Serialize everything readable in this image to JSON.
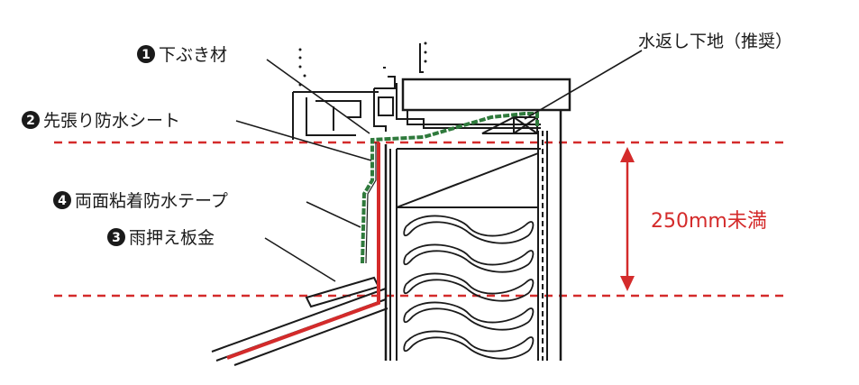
{
  "labels": {
    "item1": {
      "num": "1",
      "text": "下ぶき材"
    },
    "item2": {
      "num": "2",
      "text": "先張り防水シート"
    },
    "item4": {
      "num": "4",
      "text": "両面粘着防水テープ"
    },
    "item3": {
      "num": "3",
      "text": "雨押え板金"
    },
    "base": {
      "text": "水返し下地（推奨）"
    }
  },
  "dimension": {
    "text": "250mm未満"
  },
  "colors": {
    "red": "#d42b2b",
    "green": "#2f7a3c",
    "line": "#1a1a1a"
  }
}
